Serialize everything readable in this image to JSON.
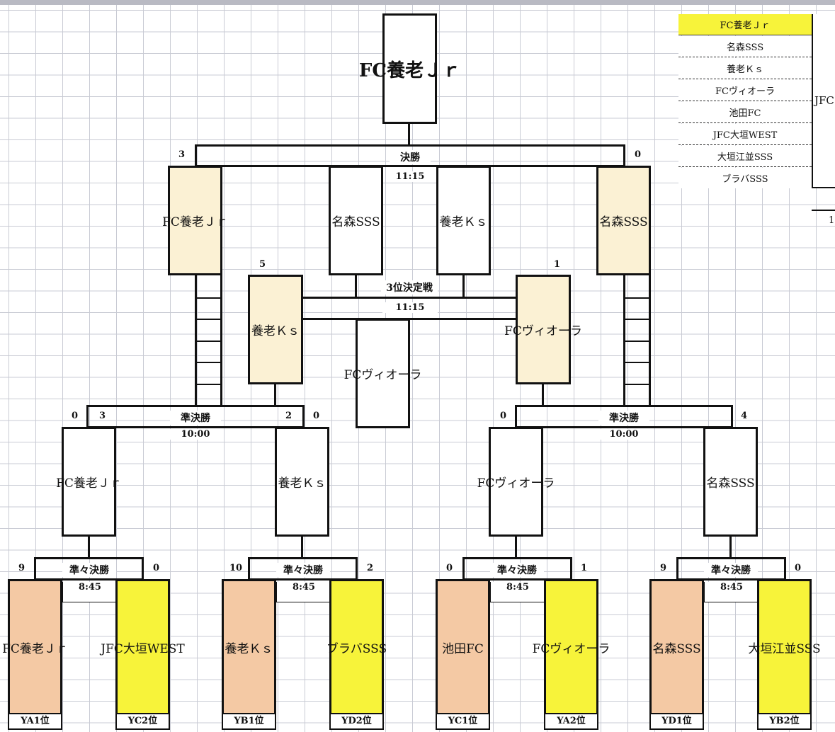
{
  "champion": "FC養老Ｊｒ",
  "final": {
    "label": "決勝",
    "time": "11:15",
    "left_score": "3",
    "right_score": "0",
    "left_team": "FC養老Ｊｒ",
    "right_team": "名森SSS"
  },
  "third_place": {
    "label": "3位決定戦",
    "time": "11:15",
    "team_a": "名森SSS",
    "team_b": "養老Ｋｓ",
    "left_score": "5",
    "right_score": "1",
    "left_team": "養老Ｋｓ",
    "right_team": "FCヴィオーラ",
    "winner": "FCヴィオーラ"
  },
  "semifinals": [
    {
      "label": "準決勝",
      "time": "10:00",
      "outer_left": "0",
      "left_score": "3",
      "right_score": "2",
      "outer_right": "0",
      "left_team": "FC養老Ｊｒ",
      "right_team": "養老Ｋｓ"
    },
    {
      "label": "準決勝",
      "time": "10:00",
      "left_score": "0",
      "right_score": "4",
      "left_team": "FCヴィオーラ",
      "right_team": "名森SSS"
    }
  ],
  "quarterfinals": [
    {
      "label": "準々決勝",
      "time": "8:45",
      "left_score": "9",
      "right_score": "0",
      "left_team": "FC養老Ｊｒ",
      "right_team": "JFC大垣WEST",
      "left_seed": "YA1位",
      "right_seed": "YC2位"
    },
    {
      "label": "準々決勝",
      "time": "8:45",
      "left_score": "10",
      "right_score": "2",
      "left_team": "養老Ｋｓ",
      "right_team": "ブラバSSS",
      "left_seed": "YB1位",
      "right_seed": "YD2位"
    },
    {
      "label": "準々決勝",
      "time": "8:45",
      "left_score": "0",
      "right_score": "1",
      "left_team": "池田FC",
      "right_team": "FCヴィオーラ",
      "left_seed": "YC1位",
      "right_seed": "YA2位"
    },
    {
      "label": "準々決勝",
      "time": "8:45",
      "left_score": "9",
      "right_score": "0",
      "left_team": "名森SSS",
      "right_team": "大垣江並SSS",
      "left_seed": "YD1位",
      "right_seed": "YB2位"
    }
  ],
  "ranking": [
    "FC養老Ｊｒ",
    "名森SSS",
    "養老Ｋｓ",
    "FCヴィオーラ",
    "池田FC",
    "JFC大垣WEST",
    "大垣江並SSS",
    "ブラバSSS"
  ],
  "side": {
    "label": "JFC",
    "number": "1"
  },
  "colors": {
    "winner_fill": "#f4c9a4",
    "runner_fill": "#f7f33a",
    "advance_fill": "#fbf1d4"
  }
}
